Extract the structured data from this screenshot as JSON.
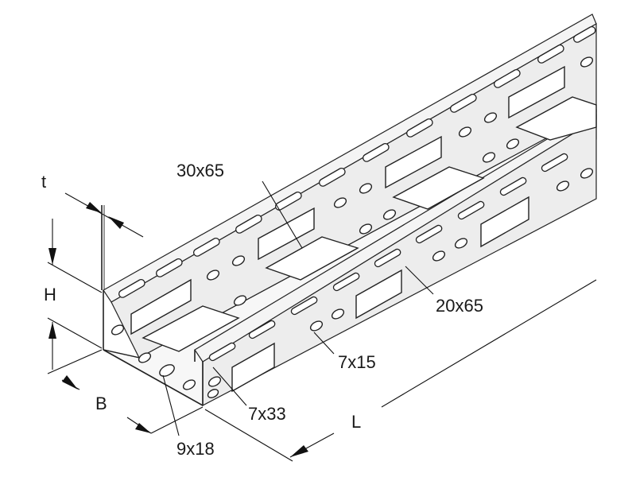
{
  "diagram": {
    "dimension_labels": {
      "t": "t",
      "h": "H",
      "b": "B",
      "l": "L"
    },
    "perforation_labels": {
      "large_base": "30x65",
      "wall_window": "20x65",
      "wall_slot": "7x15",
      "bottom_slot": "7x33",
      "base_oval": "9x18"
    }
  }
}
